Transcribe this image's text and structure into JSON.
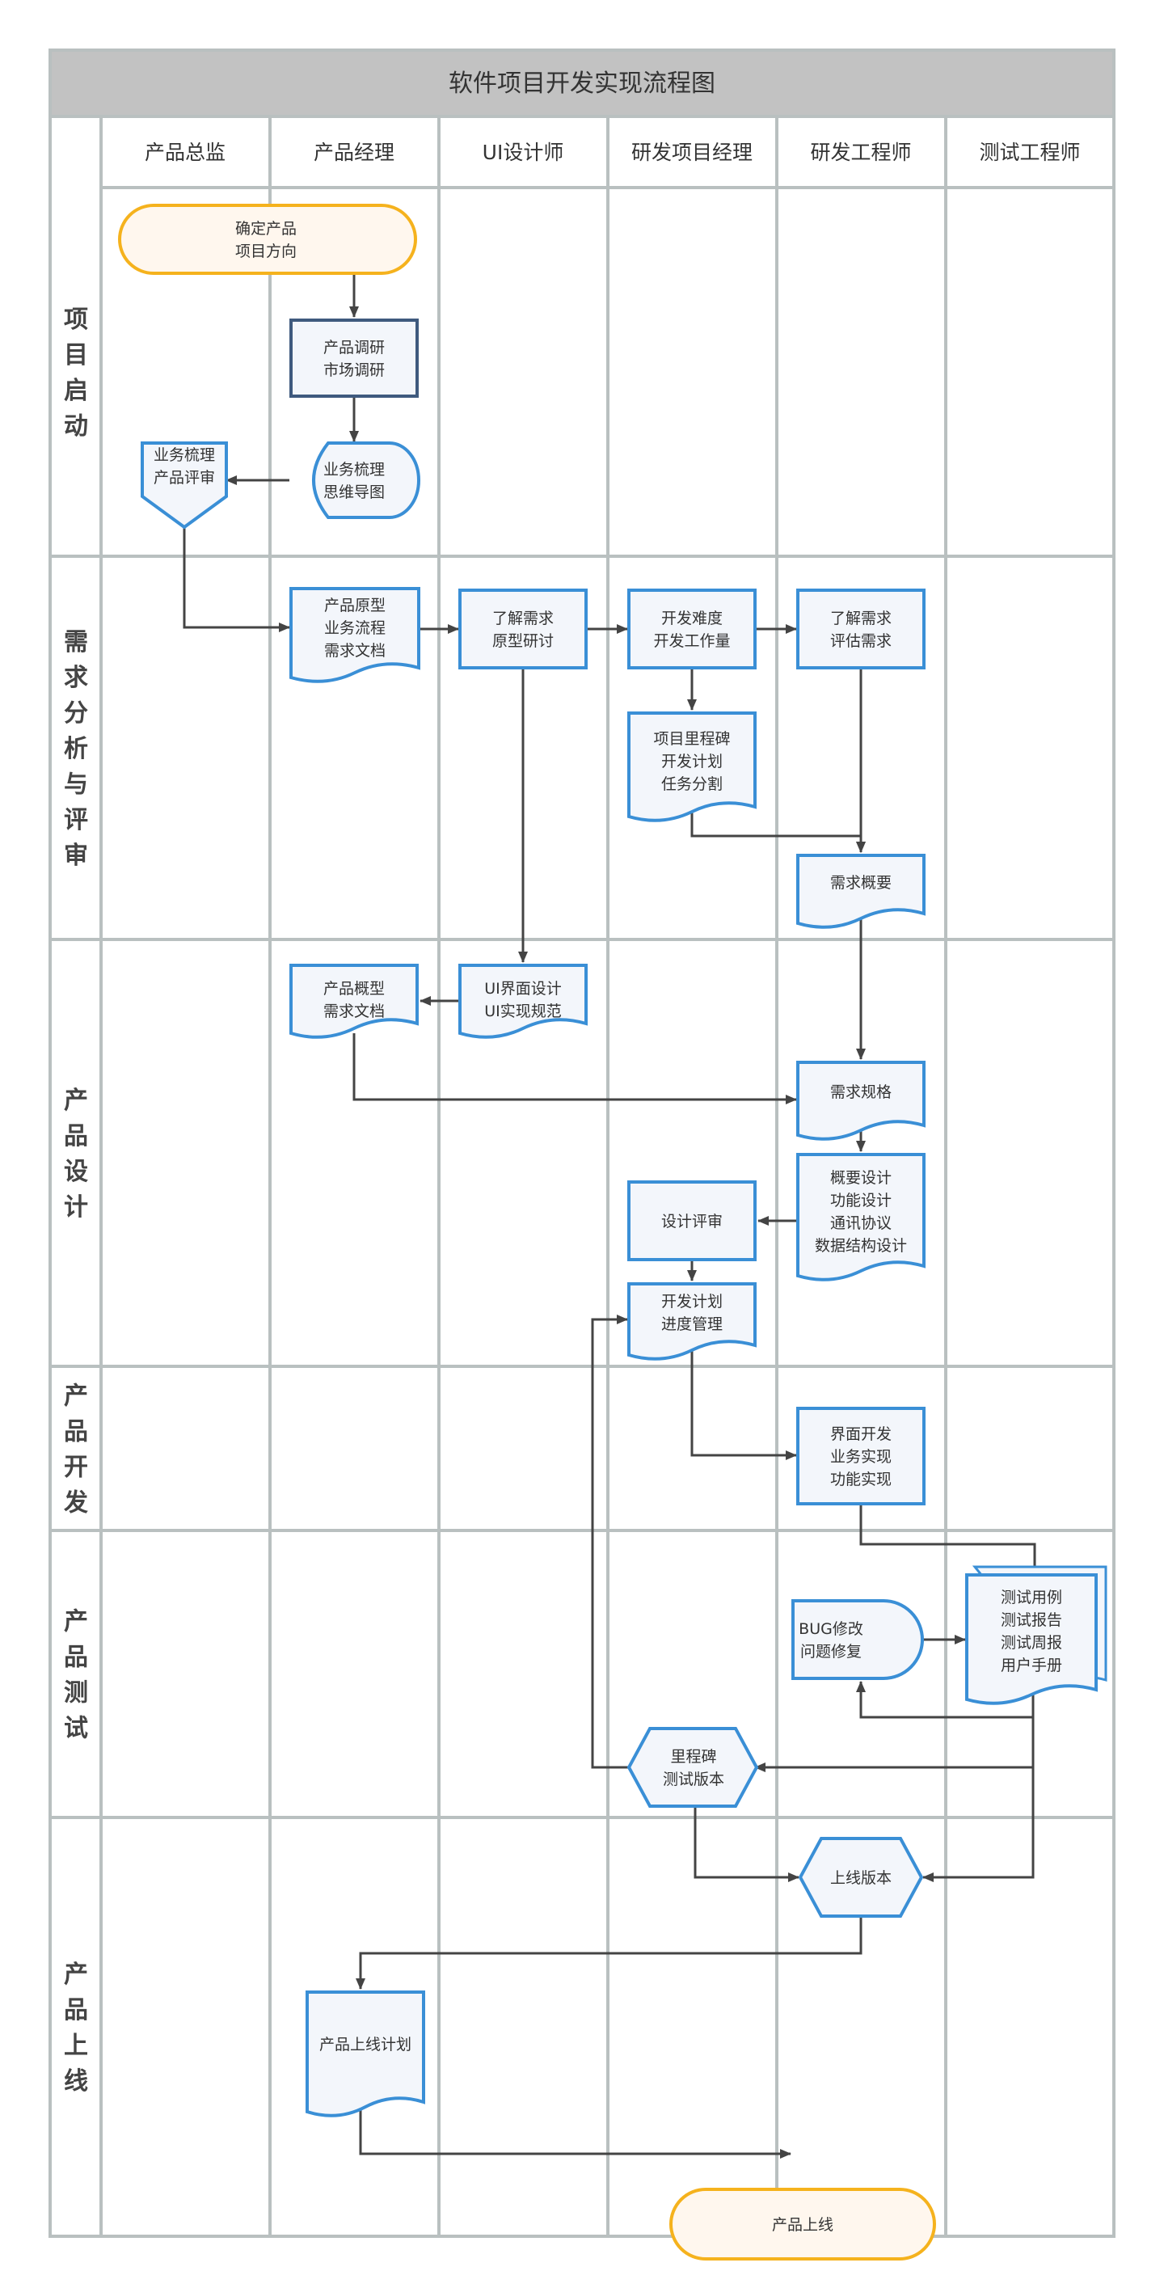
{
  "title": "软件项目开发实现流程图",
  "columns": [
    "产品总监",
    "产品经理",
    "UI设计师",
    "研发项目经理",
    "研发工程师",
    "测试工程师"
  ],
  "phases": [
    "项目启动",
    "需求分析与评审",
    "产品设计",
    "产品开发",
    "产品测试",
    "产品上线"
  ],
  "nodes": [
    {
      "id": "n1",
      "shape": "terminator",
      "col": 0,
      "phase": 0,
      "lines": [
        "确定产品",
        "项目方向"
      ]
    },
    {
      "id": "n2",
      "shape": "process-dark",
      "col": 1,
      "phase": 0,
      "lines": [
        "产品调研",
        "市场调研"
      ]
    },
    {
      "id": "n3",
      "shape": "display",
      "col": 1,
      "phase": 0,
      "lines": [
        "业务梳理",
        "思维导图"
      ]
    },
    {
      "id": "n4",
      "shape": "offpage",
      "col": 0,
      "phase": 0,
      "lines": [
        "业务梳理",
        "产品评审"
      ]
    },
    {
      "id": "n5",
      "shape": "document",
      "col": 1,
      "phase": 1,
      "lines": [
        "产品原型",
        "业务流程",
        "需求文档"
      ]
    },
    {
      "id": "n6",
      "shape": "process",
      "col": 2,
      "phase": 1,
      "lines": [
        "了解需求",
        "原型研讨"
      ]
    },
    {
      "id": "n7",
      "shape": "process",
      "col": 3,
      "phase": 1,
      "lines": [
        "开发难度",
        "开发工作量"
      ]
    },
    {
      "id": "n8",
      "shape": "process",
      "col": 4,
      "phase": 1,
      "lines": [
        "了解需求",
        "评估需求"
      ]
    },
    {
      "id": "n9",
      "shape": "document",
      "col": 3,
      "phase": 1,
      "lines": [
        "项目里程碑",
        "开发计划",
        "任务分割"
      ]
    },
    {
      "id": "n10",
      "shape": "document",
      "col": 4,
      "phase": 1,
      "lines": [
        "需求概要"
      ]
    },
    {
      "id": "n11",
      "shape": "document",
      "col": 2,
      "phase": 2,
      "lines": [
        "UI界面设计",
        "UI实现规范"
      ]
    },
    {
      "id": "n12",
      "shape": "document",
      "col": 1,
      "phase": 2,
      "lines": [
        "产品概型",
        "需求文档"
      ]
    },
    {
      "id": "n13",
      "shape": "document",
      "col": 4,
      "phase": 2,
      "lines": [
        "需求规格"
      ]
    },
    {
      "id": "n14",
      "shape": "document",
      "col": 4,
      "phase": 2,
      "lines": [
        "概要设计",
        "功能设计",
        "通讯协议",
        "数据结构设计"
      ]
    },
    {
      "id": "n15",
      "shape": "process",
      "col": 3,
      "phase": 2,
      "lines": [
        "设计评审"
      ]
    },
    {
      "id": "n16",
      "shape": "document",
      "col": 3,
      "phase": 2,
      "lines": [
        "开发计划",
        "进度管理"
      ]
    },
    {
      "id": "n17",
      "shape": "process",
      "col": 4,
      "phase": 3,
      "lines": [
        "界面开发",
        "业务实现",
        "功能实现"
      ]
    },
    {
      "id": "n18",
      "shape": "multidoc",
      "col": 5,
      "phase": 4,
      "lines": [
        "测试用例",
        "测试报告",
        "测试周报",
        "用户手册"
      ]
    },
    {
      "id": "n19",
      "shape": "delay",
      "col": 4,
      "phase": 4,
      "lines": [
        "BUG修改",
        "问题修复"
      ]
    },
    {
      "id": "n20",
      "shape": "hexagon",
      "col": 3,
      "phase": 4,
      "lines": [
        "里程碑",
        "测试版本"
      ]
    },
    {
      "id": "n21",
      "shape": "hexagon",
      "col": 4,
      "phase": 5,
      "lines": [
        "上线版本"
      ]
    },
    {
      "id": "n22",
      "shape": "document",
      "col": 1,
      "phase": 5,
      "lines": [
        "产品上线计划"
      ]
    },
    {
      "id": "n23",
      "shape": "terminator",
      "col": 3,
      "phase": 5,
      "lines": [
        "产品上线"
      ]
    }
  ],
  "edges": [
    {
      "from": "n1",
      "to": "n2"
    },
    {
      "from": "n2",
      "to": "n3"
    },
    {
      "from": "n3",
      "to": "n4"
    },
    {
      "from": "n4",
      "to": "n5"
    },
    {
      "from": "n5",
      "to": "n6"
    },
    {
      "from": "n6",
      "to": "n7"
    },
    {
      "from": "n7",
      "to": "n8"
    },
    {
      "from": "n7",
      "to": "n9"
    },
    {
      "from": "n9",
      "to": "n10"
    },
    {
      "from": "n8",
      "to": "n10"
    },
    {
      "from": "n6",
      "to": "n11"
    },
    {
      "from": "n11",
      "to": "n12"
    },
    {
      "from": "n10",
      "to": "n13"
    },
    {
      "from": "n12",
      "to": "n13"
    },
    {
      "from": "n13",
      "to": "n14"
    },
    {
      "from": "n14",
      "to": "n15"
    },
    {
      "from": "n15",
      "to": "n16"
    },
    {
      "from": "n16",
      "to": "n17"
    },
    {
      "from": "n17",
      "to": "n18"
    },
    {
      "from": "n19",
      "to": "n18"
    },
    {
      "from": "n18",
      "to": "n19"
    },
    {
      "from": "n18",
      "to": "n20"
    },
    {
      "from": "n20",
      "to": "n16"
    },
    {
      "from": "n18",
      "to": "n21"
    },
    {
      "from": "n20",
      "to": "n21"
    },
    {
      "from": "n21",
      "to": "n22"
    },
    {
      "from": "n22",
      "to": "n23"
    }
  ],
  "colors": {
    "border": "#b9c0c0",
    "title_bg": "#c2c2c2",
    "node_stroke": "#3a8fd6",
    "node_fill": "#f3f6fb",
    "dark_stroke": "#3f5a7e",
    "terminator_stroke": "#f5b21d",
    "terminator_fill": "#fff7ee",
    "arrow": "#444444"
  }
}
